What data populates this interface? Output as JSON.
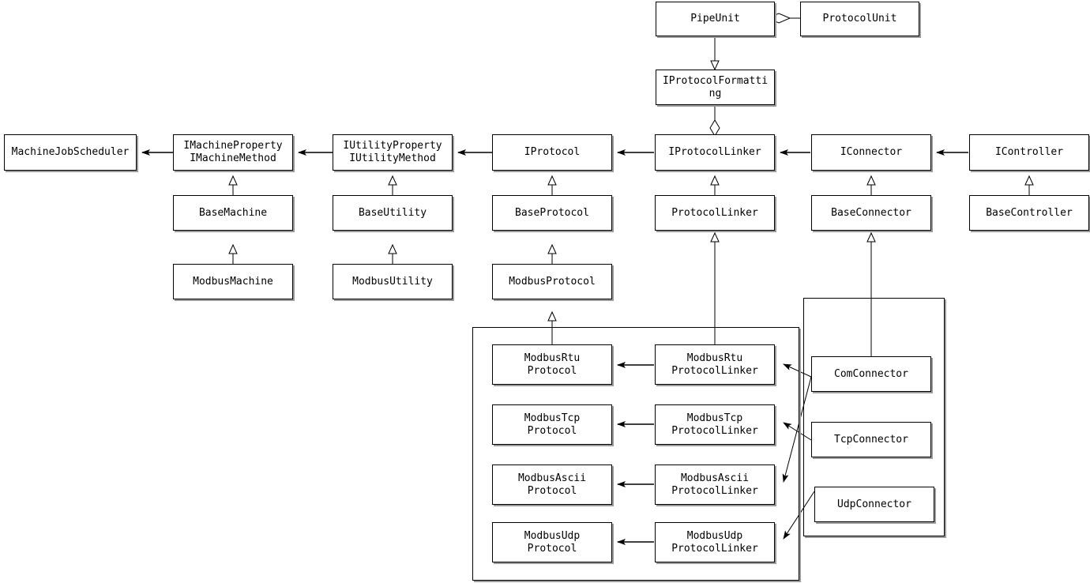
{
  "diagram": {
    "title": "Modbus protocol class hierarchy UML diagram",
    "background": "#ffffff",
    "line_color": "#000000",
    "shadow_color": "#9a9a9a",
    "nodes": {
      "pipe_unit": "PipeUnit",
      "protocol_unit": "ProtocolUnit",
      "iprotocol_formatting": "IProtocolFormatti\nng",
      "machine_job_scheduler": "MachineJobScheduler",
      "imachine_property": "IMachineProperty\nIMachineMethod",
      "iutility_property": "IUtilityProperty\nIUtilityMethod",
      "iprotocol": "IProtocol",
      "iprotocol_linker": "IProtocolLinker",
      "iconnector": "IConnector",
      "icontroller": "IController",
      "base_machine": "BaseMachine",
      "base_utility": "BaseUtility",
      "base_protocol": "BaseProtocol",
      "protocol_linker": "ProtocolLinker",
      "base_connector": "BaseConnector",
      "base_controller": "BaseController",
      "modbus_machine": "ModbusMachine",
      "modbus_utility": "ModbusUtility",
      "modbus_protocol": "ModbusProtocol",
      "modbus_rtu_protocol": "ModbusRtu\nProtocol",
      "modbus_tcp_protocol": "ModbusTcp\nProtocol",
      "modbus_ascii_protocol": "ModbusAscii\nProtocol",
      "modbus_udp_protocol": "ModbusUdp\nProtocol",
      "modbus_rtu_protocol_linker": "ModbusRtu\nProtocolLinker",
      "modbus_tcp_protocol_linker": "ModbusTcp\nProtocolLinker",
      "modbus_ascii_protocol_linker": "ModbusAscii\nProtocolLinker",
      "modbus_udp_protocol_linker": "ModbusUdp\nProtocolLinker",
      "com_connector": "ComConnector",
      "tcp_connector": "TcpConnector",
      "udp_connector": "UdpConnector"
    },
    "groups": {
      "modbus_group": "",
      "connector_group": ""
    },
    "relations": [
      {
        "from": "ProtocolUnit",
        "to": "PipeUnit",
        "type": "aggregation"
      },
      {
        "from": "PipeUnit",
        "to": "IProtocolFormatting",
        "type": "realization"
      },
      {
        "from": "IProtocolFormatting",
        "to": "IProtocolLinker",
        "type": "aggregation"
      },
      {
        "from": "IMachineProperty/IMachineMethod",
        "to": "MachineJobScheduler",
        "type": "association"
      },
      {
        "from": "IUtilityProperty/IUtilityMethod",
        "to": "IMachineProperty/IMachineMethod",
        "type": "association"
      },
      {
        "from": "IProtocol",
        "to": "IUtilityProperty/IUtilityMethod",
        "type": "association"
      },
      {
        "from": "IProtocolLinker",
        "to": "IProtocol",
        "type": "association"
      },
      {
        "from": "IConnector",
        "to": "IProtocolLinker",
        "type": "association"
      },
      {
        "from": "IController",
        "to": "IConnector",
        "type": "association"
      },
      {
        "from": "BaseMachine",
        "to": "IMachineProperty/IMachineMethod",
        "type": "realization"
      },
      {
        "from": "BaseUtility",
        "to": "IUtilityProperty/IUtilityMethod",
        "type": "realization"
      },
      {
        "from": "BaseProtocol",
        "to": "IProtocol",
        "type": "realization"
      },
      {
        "from": "ProtocolLinker",
        "to": "IProtocolLinker",
        "type": "realization"
      },
      {
        "from": "BaseConnector",
        "to": "IConnector",
        "type": "realization"
      },
      {
        "from": "BaseController",
        "to": "IController",
        "type": "realization"
      },
      {
        "from": "ModbusMachine",
        "to": "BaseMachine",
        "type": "generalization"
      },
      {
        "from": "ModbusUtility",
        "to": "BaseUtility",
        "type": "generalization"
      },
      {
        "from": "ModbusProtocol",
        "to": "BaseProtocol",
        "type": "generalization"
      },
      {
        "from": "ModbusRtuProtocol",
        "to": "ModbusProtocol",
        "type": "generalization"
      },
      {
        "from": "ModbusRtuProtocolLinker",
        "to": "ProtocolLinker",
        "type": "generalization"
      },
      {
        "from": "ComConnector",
        "to": "BaseConnector",
        "type": "generalization"
      },
      {
        "from": "ModbusRtuProtocolLinker",
        "to": "ModbusRtuProtocol",
        "type": "association"
      },
      {
        "from": "ModbusTcpProtocolLinker",
        "to": "ModbusTcpProtocol",
        "type": "association"
      },
      {
        "from": "ModbusAsciiProtocolLinker",
        "to": "ModbusAsciiProtocol",
        "type": "association"
      },
      {
        "from": "ModbusUdpProtocolLinker",
        "to": "ModbusUdpProtocol",
        "type": "association"
      },
      {
        "from": "ComConnector",
        "to": "ModbusRtuProtocolLinker",
        "type": "association"
      },
      {
        "from": "ComConnector",
        "to": "ModbusAsciiProtocolLinker",
        "type": "association"
      },
      {
        "from": "TcpConnector",
        "to": "ModbusTcpProtocolLinker",
        "type": "association"
      },
      {
        "from": "UdpConnector",
        "to": "ModbusUdpProtocolLinker",
        "type": "association"
      }
    ]
  }
}
